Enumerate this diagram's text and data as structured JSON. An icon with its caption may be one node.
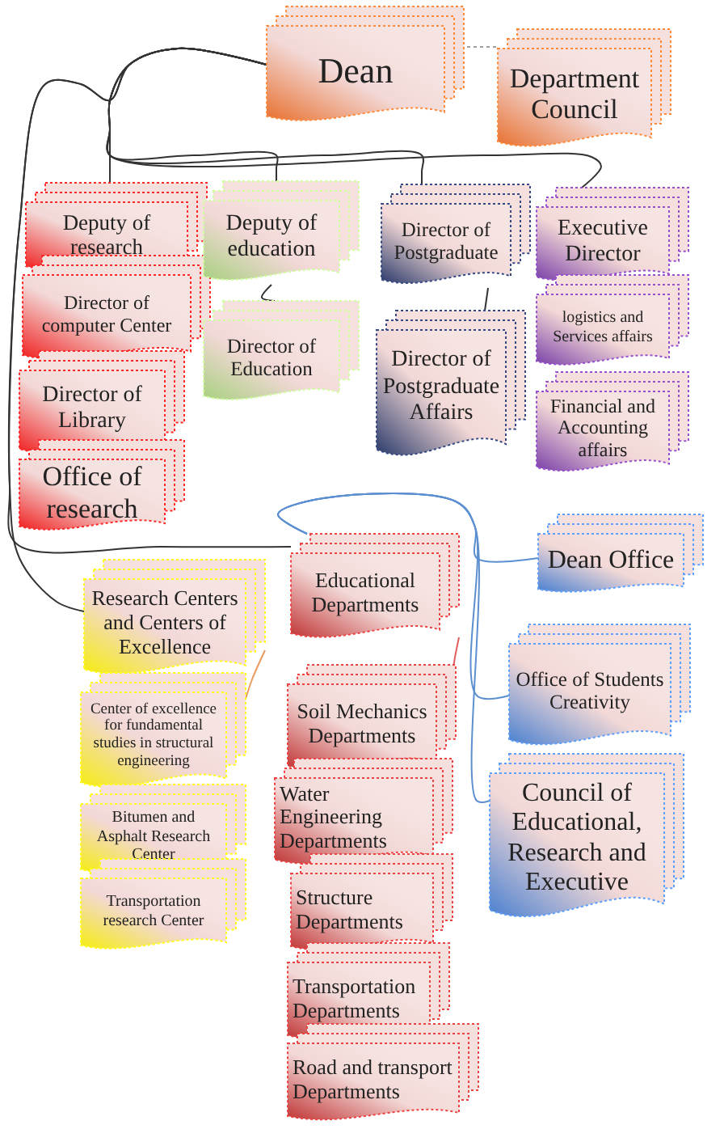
{
  "diagram": {
    "nodes": [
      {
        "text": [
          "Dean"
        ]
      },
      {
        "text": [
          "Department Council"
        ]
      },
      {
        "text": [
          "Deputy of research"
        ]
      },
      {
        "text": [
          "Director of computer Center"
        ]
      },
      {
        "text": [
          "Director of Library"
        ]
      },
      {
        "text": [
          "Office of research"
        ]
      },
      {
        "text": [
          "Deputy of education"
        ]
      },
      {
        "text": [
          "Director of Education"
        ]
      },
      {
        "text": [
          "Director of Postgraduate"
        ]
      },
      {
        "text": [
          "Director of Postgraduate Affairs"
        ]
      },
      {
        "text": [
          "Executive Director"
        ]
      },
      {
        "text": [
          "logistics and Services affairs"
        ]
      },
      {
        "text": [
          "Financial and Accounting affairs"
        ]
      },
      {
        "text": [
          "Research Centers and Centers of Excellence"
        ]
      },
      {
        "text": [
          "Center of excellence for fundamental studies in structural engineering"
        ]
      },
      {
        "text": [
          "Bitumen and Asphalt Research Center"
        ]
      },
      {
        "text": [
          "Transportation research Center"
        ]
      },
      {
        "text": [
          "Educational Departments"
        ]
      },
      {
        "text": [
          "Soil Mechanics Departments"
        ]
      },
      {
        "text": [
          "Water Engineering Departments"
        ]
      },
      {
        "text": [
          "Structure Departments"
        ]
      },
      {
        "text": [
          "Transportation Departments"
        ]
      },
      {
        "text": [
          "Road and transport Departments"
        ]
      },
      {
        "text": [
          "Dean Office"
        ]
      },
      {
        "text": [
          "Office of Students Creativity"
        ]
      },
      {
        "text": [
          "Council of Educational, Research and Executive"
        ]
      }
    ],
    "edges": [
      {
        "from": 0,
        "to": 1,
        "arrow": "none",
        "style": "dashed",
        "color": "#a0a0a0"
      },
      {
        "from": 0,
        "to": 2,
        "arrow": "none"
      },
      {
        "from": 0,
        "to": 6,
        "arrow": "none"
      },
      {
        "from": 0,
        "to": 8,
        "arrow": "none"
      },
      {
        "from": 0,
        "to": 10,
        "arrow": "none"
      },
      {
        "from": 0,
        "to": 13,
        "arrow": "none"
      },
      {
        "from": 0,
        "to": 17,
        "arrow": "none"
      },
      {
        "from": 17,
        "to": 23,
        "arrow": "none",
        "color": "#5b8fd0"
      },
      {
        "from": 17,
        "to": 24,
        "arrow": "none",
        "color": "#5b8fd0"
      },
      {
        "from": 17,
        "to": 25,
        "arrow": "none",
        "color": "#5b8fd0"
      },
      {
        "from": 6,
        "to": 7,
        "arrow": "none"
      },
      {
        "from": 8,
        "to": 9,
        "arrow": "none"
      },
      {
        "from": 13,
        "to": 14,
        "arrow": "none",
        "color": "#e89a60"
      },
      {
        "from": 17,
        "to": 18,
        "arrow": "none",
        "color": "#e06060"
      }
    ]
  }
}
